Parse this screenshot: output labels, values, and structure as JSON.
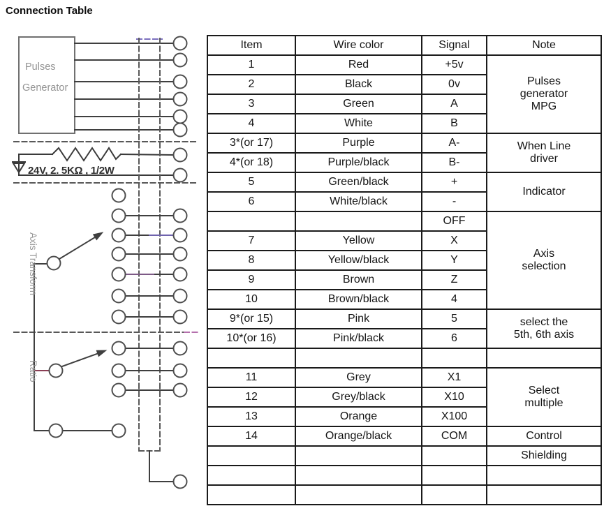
{
  "title": "Connection Table",
  "diagram": {
    "generator_label_line1": "Pulses",
    "generator_label_line2": "Generator",
    "resistor_label": "24V, 2. 5KΩ , 1/2W",
    "axis_switch_label": "Axis Transform",
    "ratio_switch_label": "Ratio"
  },
  "table": {
    "headers": {
      "item": "Item",
      "wire_color": "Wire color",
      "signal": "Signal",
      "note": "Note"
    },
    "rows": [
      {
        "item": "1",
        "wire": "Red",
        "signal": "+5v",
        "note": "Pulses\ngenerator\nMPG"
      },
      {
        "item": "2",
        "wire": "Black",
        "signal": "0v"
      },
      {
        "item": "3",
        "wire": "Green",
        "signal": "A"
      },
      {
        "item": "4",
        "wire": "White",
        "signal": "B"
      },
      {
        "item": "3*(or 17)",
        "wire": "Purple",
        "signal": "A-",
        "note": "When Line\ndriver"
      },
      {
        "item": "4*(or 18)",
        "wire": "Purple/black",
        "signal": "B-"
      },
      {
        "item": "5",
        "wire": "Green/black",
        "signal": "+",
        "note": "Indicator"
      },
      {
        "item": "6",
        "wire": "White/black",
        "signal": "-"
      },
      {
        "item": "",
        "wire": "",
        "signal": "OFF",
        "note": "Axis\nselection"
      },
      {
        "item": "7",
        "wire": "Yellow",
        "signal": "X"
      },
      {
        "item": "8",
        "wire": "Yellow/black",
        "signal": "Y"
      },
      {
        "item": "9",
        "wire": "Brown",
        "signal": "Z"
      },
      {
        "item": "10",
        "wire": "Brown/black",
        "signal": "4"
      },
      {
        "item": "9*(or 15)",
        "wire": "Pink",
        "signal": "5",
        "note": "select the\n5th, 6th axis"
      },
      {
        "item": "10*(or 16)",
        "wire": "Pink/black",
        "signal": "6"
      },
      {
        "item": "",
        "wire": "",
        "signal": "",
        "note": ""
      },
      {
        "item": "11",
        "wire": "Grey",
        "signal": "X1",
        "note": "Select\nmultiple"
      },
      {
        "item": "12",
        "wire": "Grey/black",
        "signal": "X10"
      },
      {
        "item": "13",
        "wire": "Orange",
        "signal": "X100"
      },
      {
        "item": "14",
        "wire": "Orange/black",
        "signal": "COM",
        "note": "Control"
      },
      {
        "item": "",
        "wire": "",
        "signal": "",
        "note": "Shielding"
      },
      {
        "item": "",
        "wire": "",
        "signal": "",
        "note": ""
      },
      {
        "item": "",
        "wire": "",
        "signal": "",
        "note": ""
      }
    ]
  },
  "colors": {
    "wire": "#3f3f3f",
    "dashed_bundle": "#585858",
    "purple_accent": "#7b6fbe",
    "maroon_accent": "#8a3f55",
    "gray_label": "#969696",
    "table_border": "#1a1a1a"
  }
}
